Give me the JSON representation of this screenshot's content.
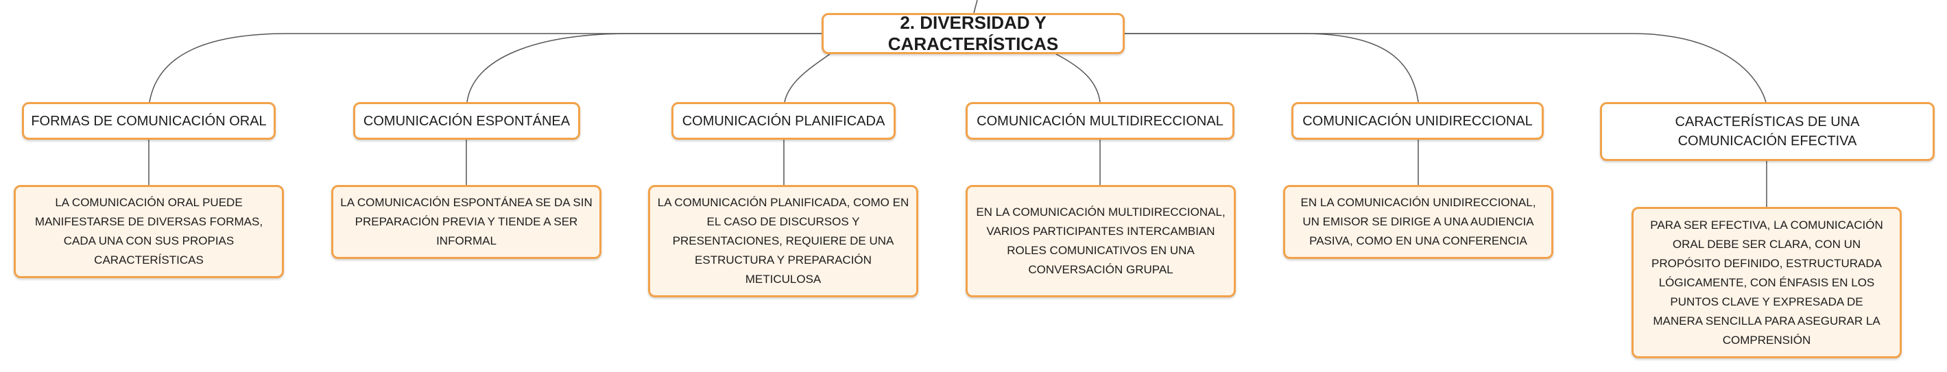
{
  "root": {
    "label": "2. DIVERSIDAD Y CARACTERÍSTICAS"
  },
  "branches": [
    {
      "title": "FORMAS DE COMUNICACIÓN ORAL",
      "detail": "LA COMUNICACIÓN ORAL PUEDE MANIFESTARSE DE DIVERSAS FORMAS, CADA UNA CON SUS PROPIAS CARACTERÍSTICAS"
    },
    {
      "title": "COMUNICACIÓN ESPONTÁNEA",
      "detail": "LA COMUNICACIÓN ESPONTÁNEA SE DA SIN PREPARACIÓN PREVIA Y TIENDE A SER INFORMAL"
    },
    {
      "title": "COMUNICACIÓN PLANIFICADA",
      "detail": "LA COMUNICACIÓN PLANIFICADA, COMO EN EL CASO DE DISCURSOS Y PRESENTACIONES, REQUIERE DE UNA ESTRUCTURA Y PREPARACIÓN METICULOSA"
    },
    {
      "title": "COMUNICACIÓN MULTIDIRECCIONAL",
      "detail": "EN LA COMUNICACIÓN MULTIDIRECCIONAL, VARIOS PARTICIPANTES INTERCAMBIAN ROLES COMUNICATIVOS EN UNA CONVERSACIÓN GRUPAL"
    },
    {
      "title": "COMUNICACIÓN UNIDIRECCIONAL",
      "detail": "EN LA COMUNICACIÓN UNIDIRECCIONAL, UN EMISOR SE DIRIGE A UNA AUDIENCIA PASIVA, COMO EN UNA CONFERENCIA"
    },
    {
      "title": "CARACTERÍSTICAS DE UNA COMUNICACIÓN EFECTIVA",
      "detail": "PARA SER EFECTIVA, LA COMUNICACIÓN ORAL DEBE SER CLARA, CON UN PROPÓSITO DEFINIDO, ESTRUCTURADA LÓGICAMENTE, CON ÉNFASIS EN LOS PUNTOS CLAVE Y EXPRESADA DE MANERA SENCILLA PARA ASEGURAR LA COMPRENSIÓN"
    }
  ],
  "colors": {
    "border": "#f2a24a",
    "detail_fill": "#fff4e8",
    "line": "#555555"
  }
}
